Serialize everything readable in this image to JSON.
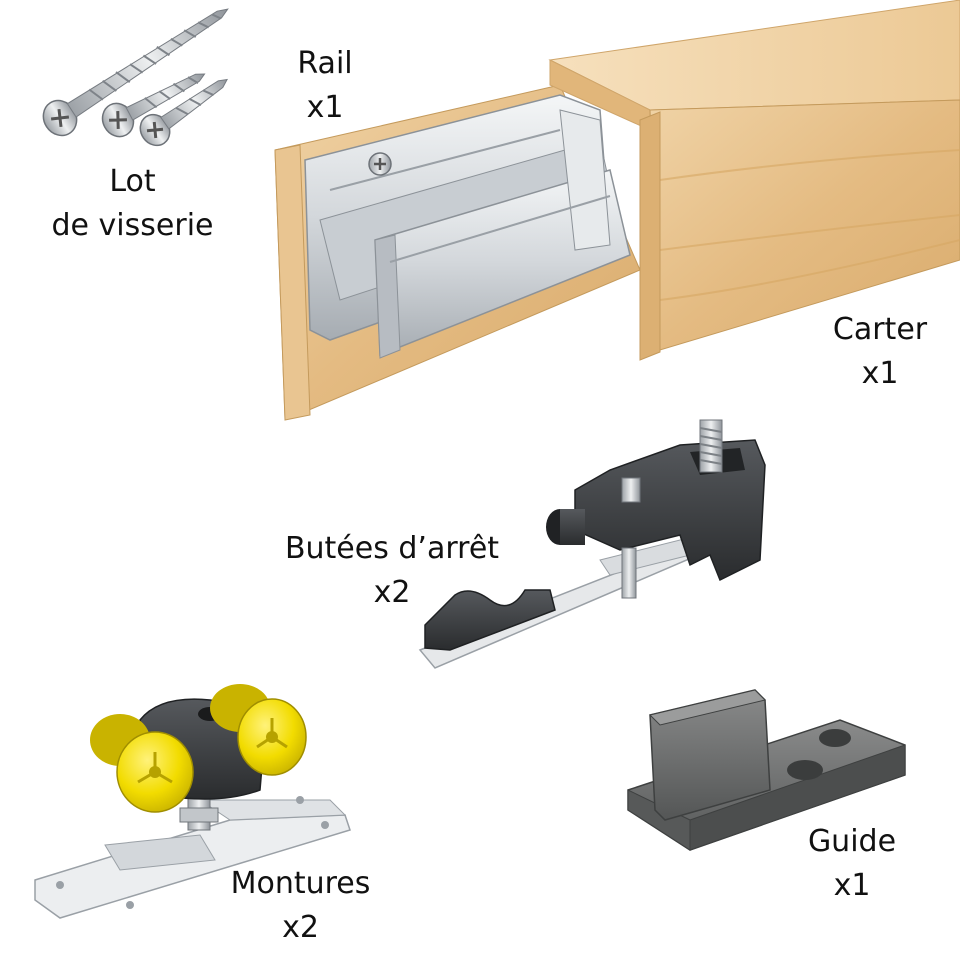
{
  "components": [
    {
      "id": "screws",
      "name": "Lot",
      "name2": "de visserie",
      "qty": ""
    },
    {
      "id": "rail",
      "name": "Rail",
      "qty": "x1"
    },
    {
      "id": "carter",
      "name": "Carter",
      "qty": "x1"
    },
    {
      "id": "stops",
      "name": "Butées d’arrêt",
      "qty": "x2"
    },
    {
      "id": "hangers",
      "name": "Montures",
      "qty": "x2"
    },
    {
      "id": "guide",
      "name": "Guide",
      "qty": "x1"
    }
  ],
  "colors": {
    "wood": "#e8c48f",
    "wood_dark": "#d4a565",
    "aluminium": "#dfe2e5",
    "aluminium_dark": "#a9aeb4",
    "plastic_dark": "#3a3c3f",
    "wheel_yellow": "#f2dc00",
    "guide_grey": "#6a6c6c"
  },
  "icons": [
    "screw-icon",
    "rail-icon",
    "carter-icon",
    "stop-icon",
    "hanger-icon",
    "guide-icon"
  ]
}
